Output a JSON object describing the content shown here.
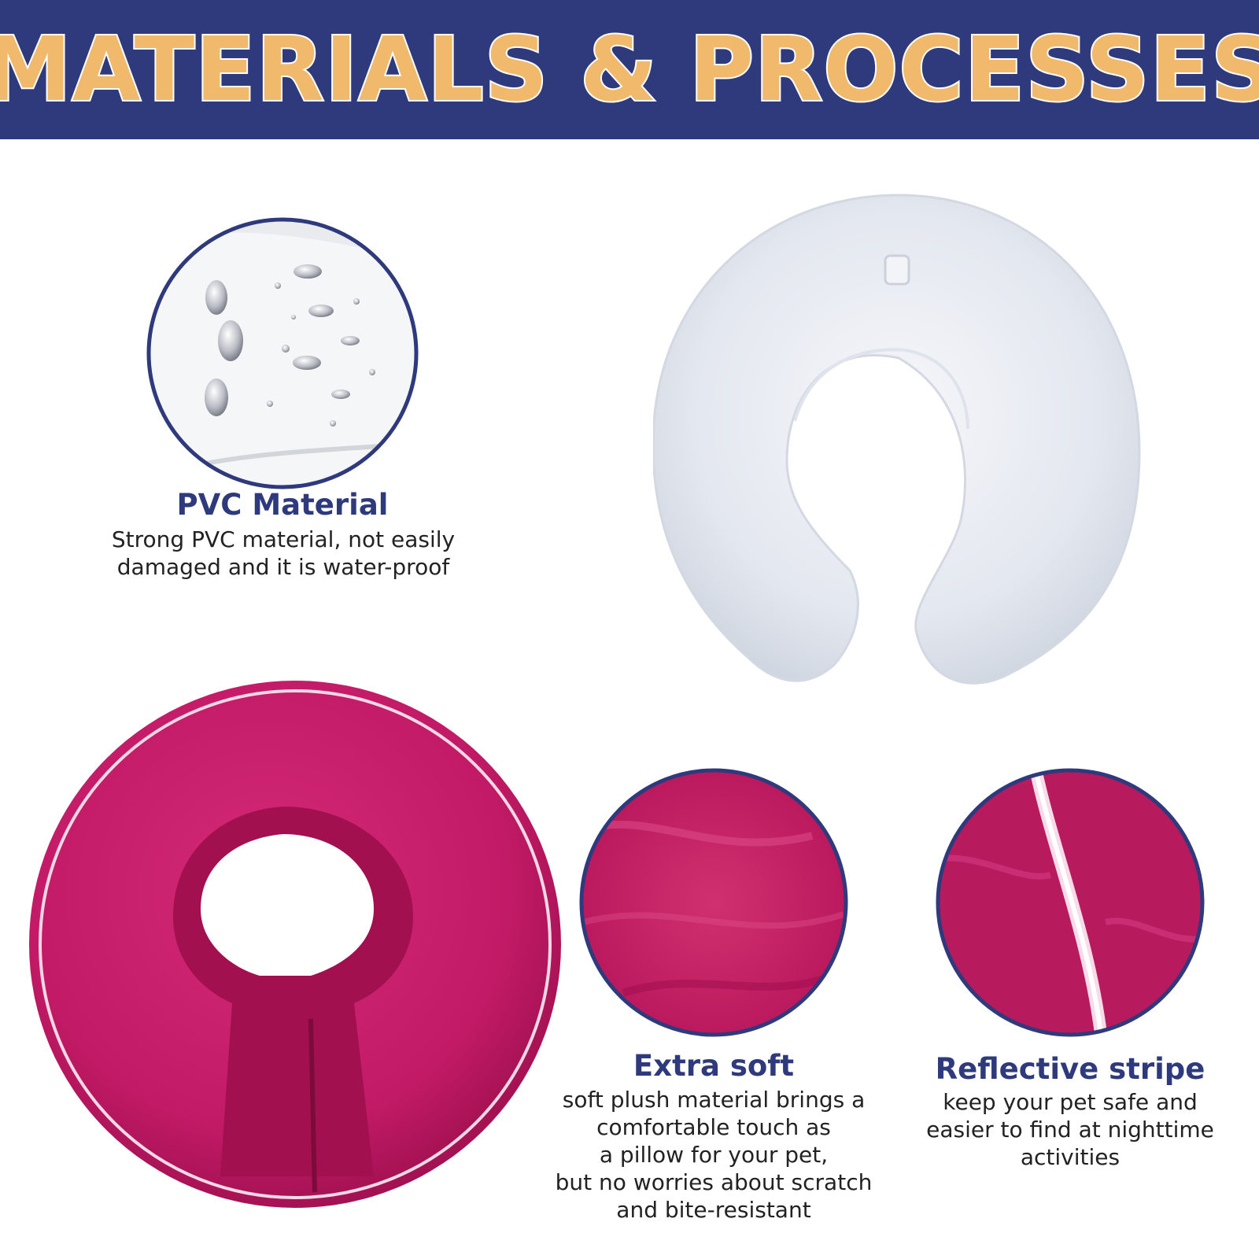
{
  "banner": {
    "title": "MATERIALS & PROCESSES"
  },
  "colors": {
    "navy": "#2e3a7c",
    "gold": "#f0b96b",
    "magenta": "#c21a66",
    "white_pvc": "#e6eaf2"
  },
  "features": [
    {
      "title": "PVC Material",
      "lines": [
        "Strong PVC material, not easily",
        "damaged and it is water-proof"
      ]
    },
    {
      "title": "Extra soft",
      "lines": [
        "soft plush material brings a",
        "comfortable touch as",
        "a pillow for your pet,",
        "but no worries about scratch",
        "and bite-resistant"
      ]
    },
    {
      "title": "Reflective stripe",
      "lines": [
        "keep your pet safe and",
        "easier to find at nighttime",
        "activities"
      ]
    }
  ],
  "images": {
    "pvc_closeup": "pvc-water-droplets-closeup",
    "pvc_collar": "inflatable-pvc-collar",
    "plush_collar": "pink-plush-donut-collar",
    "plush_closeup": "plush-fabric-closeup",
    "stripe_closeup": "reflective-stripe-closeup"
  }
}
